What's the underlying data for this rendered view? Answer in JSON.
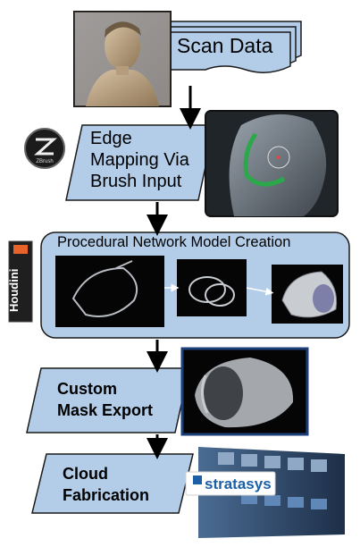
{
  "steps": {
    "scan": {
      "label": "Scan Data"
    },
    "edge": {
      "line1": "Edge",
      "line2": "Mapping Via",
      "line3": "Brush Input",
      "logo_text": "ZBrush"
    },
    "network": {
      "title": "Procedural Network Model Creation",
      "logo_text": "Houdini"
    },
    "export": {
      "line1": "Custom",
      "line2": "Mask Export"
    },
    "fab": {
      "line1": "Cloud",
      "line2": "Fabrication",
      "brand": "stratasys"
    }
  },
  "colors": {
    "box_fill": "#b3cde9",
    "box_stroke": "#1a1a1a",
    "arrow": "#000000",
    "houdini_orange": "#e8632a"
  }
}
